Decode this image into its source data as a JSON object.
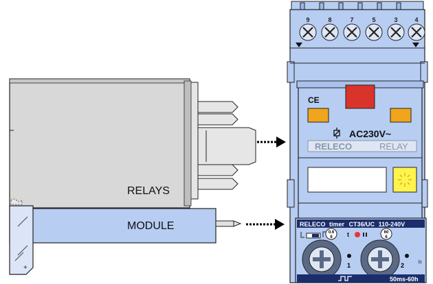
{
  "labels": {
    "relays": "RELAYS",
    "module": "MODULE"
  },
  "relay": {
    "ce_mark": "CE",
    "voltage": "AC230V~",
    "brand_left": "RELECO",
    "brand_right": "RELAY",
    "coil_symbol": "coil-symbol-icon"
  },
  "terminals": [
    "9",
    "8",
    "7",
    "5",
    "3",
    "4"
  ],
  "timer": {
    "brand": "RELECO",
    "model_word": "timer",
    "model": "CT36/UC",
    "voltage": "110-240V",
    "scale1_top": "0.6",
    "scale1_bottom": "6",
    "scale2_top": "60",
    "scale2_bottom": "6",
    "t_label": "t",
    "dial1_label": "1",
    "dial2_label": "2",
    "range": "50ms-60h",
    "side_mark": "SI"
  },
  "colors": {
    "module_blue": "#b7cdf2",
    "relay_grey": "#d9d9d9",
    "red_button": "#d9342b",
    "orange_led": "#f0a51c",
    "yellow_led": "#fff34d",
    "navy": "#1b2d6b"
  }
}
